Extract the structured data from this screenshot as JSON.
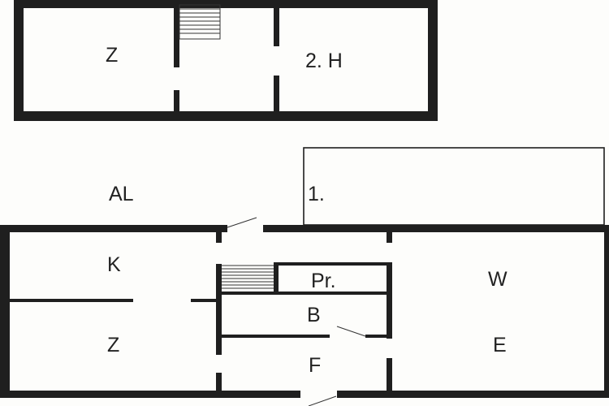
{
  "upper_floor": {
    "rooms": {
      "bedroom": "Z",
      "second_room": "2. H"
    }
  },
  "outside": {
    "area": "AL",
    "extension": "1."
  },
  "ground_floor": {
    "rooms": {
      "kitchen": "K",
      "pantry": "Pr.",
      "living": "W",
      "bathroom": "B",
      "bedroom": "Z",
      "entrance": "E",
      "hall": "F"
    }
  }
}
